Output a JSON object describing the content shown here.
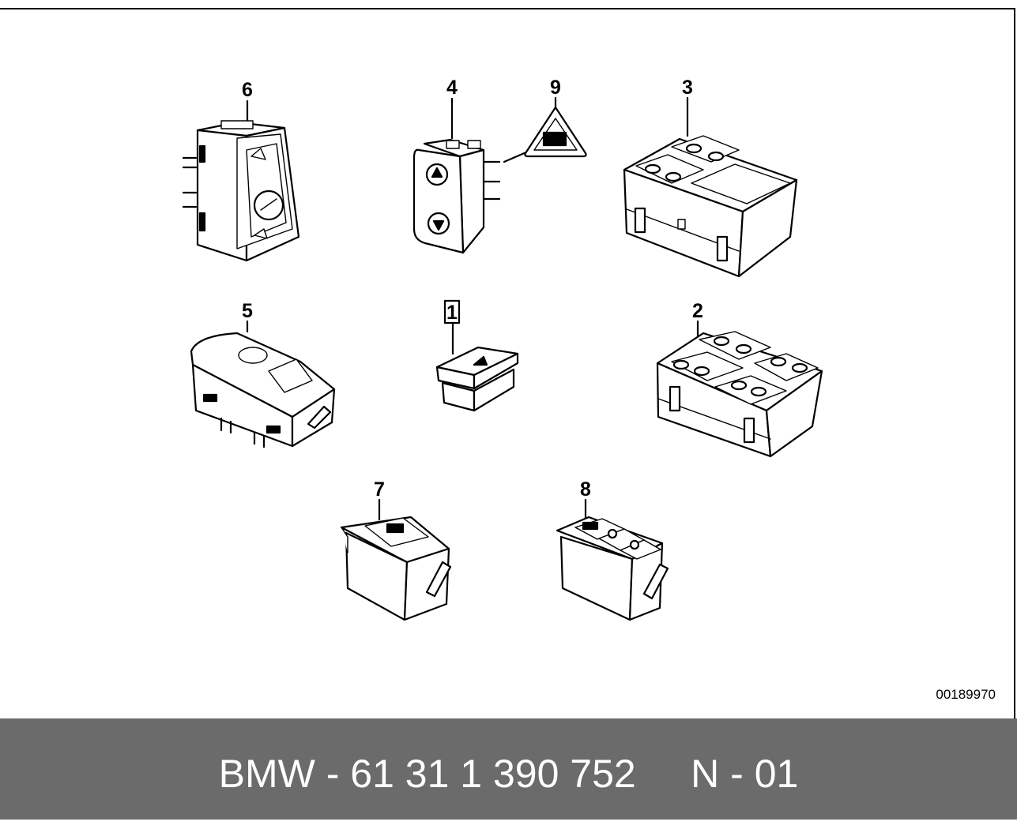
{
  "diagram": {
    "callouts": [
      {
        "id": "6",
        "label": "6"
      },
      {
        "id": "4",
        "label": "4"
      },
      {
        "id": "9",
        "label": "9"
      },
      {
        "id": "3",
        "label": "3"
      },
      {
        "id": "5",
        "label": "5"
      },
      {
        "id": "1",
        "label": "1",
        "highlighted": true
      },
      {
        "id": "2",
        "label": "2"
      },
      {
        "id": "7",
        "label": "7"
      },
      {
        "id": "8",
        "label": "8"
      }
    ],
    "highlight_color": "#f08080",
    "reference_number": "00189970"
  },
  "footer": {
    "part_text": "BMW - 61 31 1 390 752     N - 01",
    "background_color": "#6b6b6b",
    "text_color": "#ffffff"
  }
}
